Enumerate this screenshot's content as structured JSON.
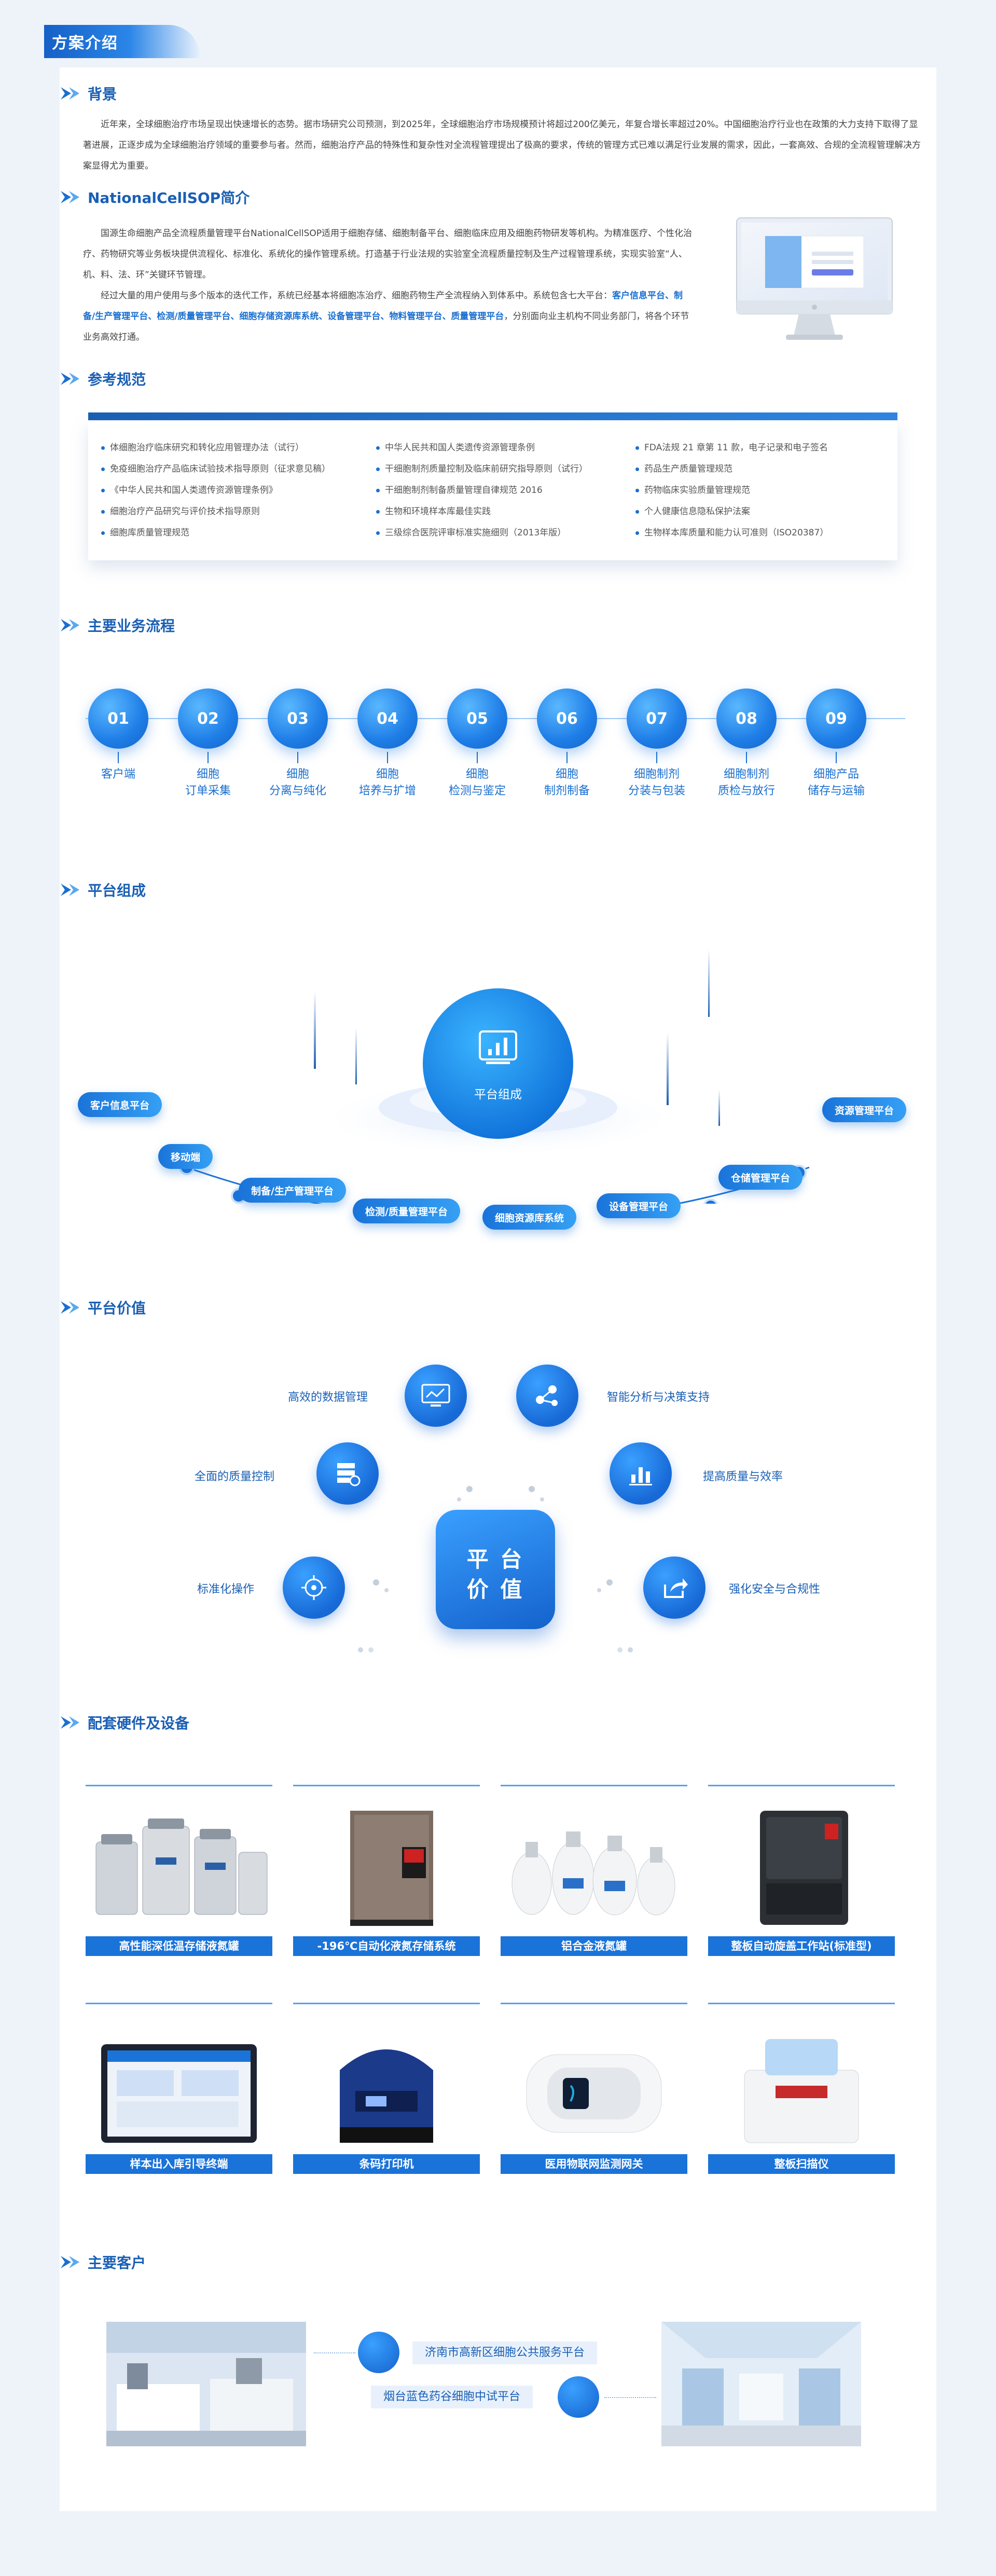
{
  "page": {
    "title": "方案介绍"
  },
  "sections": {
    "background": {
      "title": "背景",
      "text": "近年来，全球细胞治疗市场呈现出快速增长的态势。据市场研究公司预测，到2025年，全球细胞治疗市场规模预计将超过200亿美元，年复合增长率超过20%。中国细胞治疗行业也在政策的大力支持下取得了显著进展，正逐步成为全球细胞治疗领域的重要参与者。然而，细胞治疗产品的特殊性和复杂性对全流程管理提出了极高的要求，传统的管理方式已难以满足行业发展的需求，因此，一套高效、合规的全流程管理解决方案显得尤为重要。"
    },
    "intro": {
      "title": "NationalCellSOP简介",
      "p1": "国源生命细胞产品全流程质量管理平台NationalCellSOP适用于细胞存储、细胞制备平台、细胞临床应用及细胞药物研发等机构。为精准医疗、个性化治疗、药物研究等业务板块提供流程化、标准化、系统化的操作管理系统。打造基于行业法规的实验室全流程质量控制及生产过程管理系统，实现实验室“人、机、料、法、环”关键环节管理。",
      "p2_prefix": "经过大量的用户使用与多个版本的迭代工作，系统已经基本将细胞冻治疗、细胞药物生产全流程纳入到体系中。系统包含七大平台：",
      "p2_highlight": "客户信息平台、制备/生产管理平台、检测/质量管理平台、细胞存储资源库系统、设备管理平台、物料管理平台、质量管理平台",
      "p2_suffix": "，分别面向业主机构不同业务部门，将各个环节业务高效打通。"
    },
    "rules": {
      "title": "参考规范",
      "col1": [
        "体细胞治疗临床研究和转化应用管理办法（试行）",
        "免疫细胞治疗产品临床试验技术指导原则（征求意见稿）",
        "《中华人民共和国人类遗传资源管理条例》",
        "细胞治疗产品研究与评价技术指导原则",
        "细胞库质量管理规范"
      ],
      "col2": [
        "中华人民共和国人类遗传资源管理条例",
        "干细胞制剂质量控制及临床前研究指导原则（试行）",
        "干细胞制剂制备质量管理自律规范 2016",
        "生物和环境样本库最佳实践",
        "三级综合医院评审标准实施细则（2013年版）"
      ],
      "col3": [
        "FDA法规 21 章第 11 款，电子记录和电子签名",
        "药品生产质量管理规范",
        "药物临床实验质量管理规范",
        "个人健康信息隐私保护法案",
        "生物样本库质量和能力认可准则（ISO20387）"
      ]
    },
    "flow": {
      "title": "主要业务流程",
      "steps": [
        {
          "no": "01",
          "label": "客户端"
        },
        {
          "no": "02",
          "label": "细胞\n订单采集"
        },
        {
          "no": "03",
          "label": "细胞\n分离与纯化"
        },
        {
          "no": "04",
          "label": "细胞\n培养与扩增"
        },
        {
          "no": "05",
          "label": "细胞\n检测与鉴定"
        },
        {
          "no": "06",
          "label": "细胞\n制剂制备"
        },
        {
          "no": "07",
          "label": "细胞制剂\n分装与包装"
        },
        {
          "no": "08",
          "label": "细胞制剂\n质检与放行"
        },
        {
          "no": "09",
          "label": "细胞产品\n储存与运输"
        }
      ]
    },
    "platform": {
      "title": "平台组成",
      "center": "平台组成",
      "modules": [
        "客户信息平台",
        "移动端",
        "制备/生产管理平台",
        "检测/质量管理平台",
        "细胞资源库系统",
        "设备管理平台",
        "仓储管理平台",
        "资源管理平台"
      ]
    },
    "value": {
      "title": "平台价值",
      "center_line1": "平 台",
      "center_line2": "价 值",
      "items": [
        "高效的数据管理",
        "智能分析与决策支持",
        "全面的质量控制",
        "提高质量与效率",
        "标准化操作",
        "强化安全与合规性"
      ]
    },
    "hardware": {
      "title": "配套硬件及设备",
      "items": [
        "高性能深低温存储液氮罐",
        "-196℃自动化液氮存储系统",
        "铝合金液氮罐",
        "整板自动旋盖工作站(标准型)",
        "样本出入库引导终端",
        "条码打印机",
        "医用物联网监测网关",
        "整板扫描仪"
      ]
    },
    "customers": {
      "title": "主要客户",
      "items": [
        "济南市高新区细胞公共服务平台",
        "烟台蓝色药谷细胞中试平台"
      ]
    }
  },
  "colors": {
    "accent": "#1a73d9",
    "title": "#1a5fb4"
  }
}
